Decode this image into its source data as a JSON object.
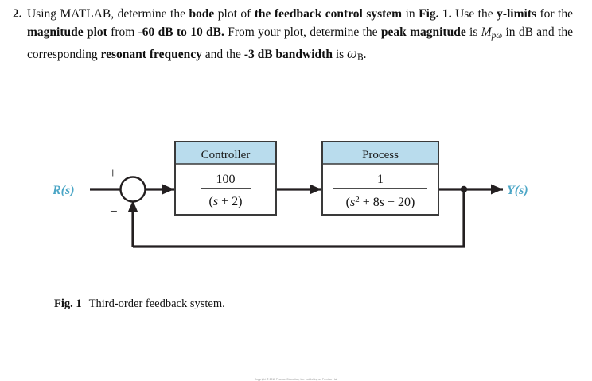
{
  "problem": {
    "number": "2.",
    "segments": [
      {
        "t": "Using MATLAB, determine the ",
        "b": false
      },
      {
        "t": "bode",
        "b": true
      },
      {
        "t": " plot of ",
        "b": false
      },
      {
        "t": "the feedback control system",
        "b": true
      },
      {
        "t": " in ",
        "b": false
      },
      {
        "t": "Fig. 1.",
        "b": true
      },
      {
        "t": " Use the ",
        "b": false
      },
      {
        "t": "y-limits",
        "b": true
      },
      {
        "t": " for the ",
        "b": false
      },
      {
        "t": "magnitude plot",
        "b": true
      },
      {
        "t": " from ",
        "b": false
      },
      {
        "t": "-60 dB to 10 dB.",
        "b": true
      },
      {
        "t": " From your plot, determine the ",
        "b": false
      },
      {
        "t": "peak magnitude",
        "b": true
      },
      {
        "t": " is ",
        "b": false
      },
      {
        "t": "MATHVAR_MP",
        "b": false
      },
      {
        "t": " in dB and the corresponding ",
        "b": false
      },
      {
        "t": "resonant frequency",
        "b": true
      },
      {
        "t": " and   the ",
        "b": false
      },
      {
        "t": "-3 dB bandwidth",
        "b": true
      },
      {
        "t": " is ",
        "b": false
      },
      {
        "t": "MATHVAR_WB",
        "b": false
      },
      {
        "t": ".",
        "b": false
      }
    ],
    "peak_magnitude_symbol": {
      "base": "M",
      "sub": "pω"
    },
    "bandwidth_symbol": {
      "base": "ω",
      "sub": "B"
    }
  },
  "diagram": {
    "input_label": "R(s)",
    "output_label": "Y(s)",
    "summing_junction": {
      "plus_sign": "+",
      "minus_sign": "−"
    },
    "blocks": [
      {
        "title": "Controller",
        "numerator": "100",
        "denominator": "(s + 2)",
        "denominator_parts": [
          {
            "t": "(",
            "it": false
          },
          {
            "t": "s",
            "it": true
          },
          {
            "t": " + 2)",
            "it": false
          }
        ]
      },
      {
        "title": "Process",
        "numerator": "1",
        "denominator": "(s² + 8s + 20)",
        "denominator_parts": [
          {
            "t": "(",
            "it": false
          },
          {
            "t": "s",
            "it": true
          },
          {
            "t": "²",
            "it": false
          },
          {
            "t": " + 8",
            "it": false
          },
          {
            "t": "s",
            "it": true
          },
          {
            "t": " + 20)",
            "it": false
          }
        ]
      }
    ],
    "copyright": "Copyright © 2011 Pearson Education, Inc. publishing as Prentice Hall",
    "colors": {
      "signal_label": "#4ca6c6",
      "block_header_fill": "#b9dced",
      "block_body_fill": "#ffffff",
      "line": "#231f20"
    }
  },
  "caption": {
    "number": "Fig. 1",
    "text": "Third-order feedback system."
  }
}
